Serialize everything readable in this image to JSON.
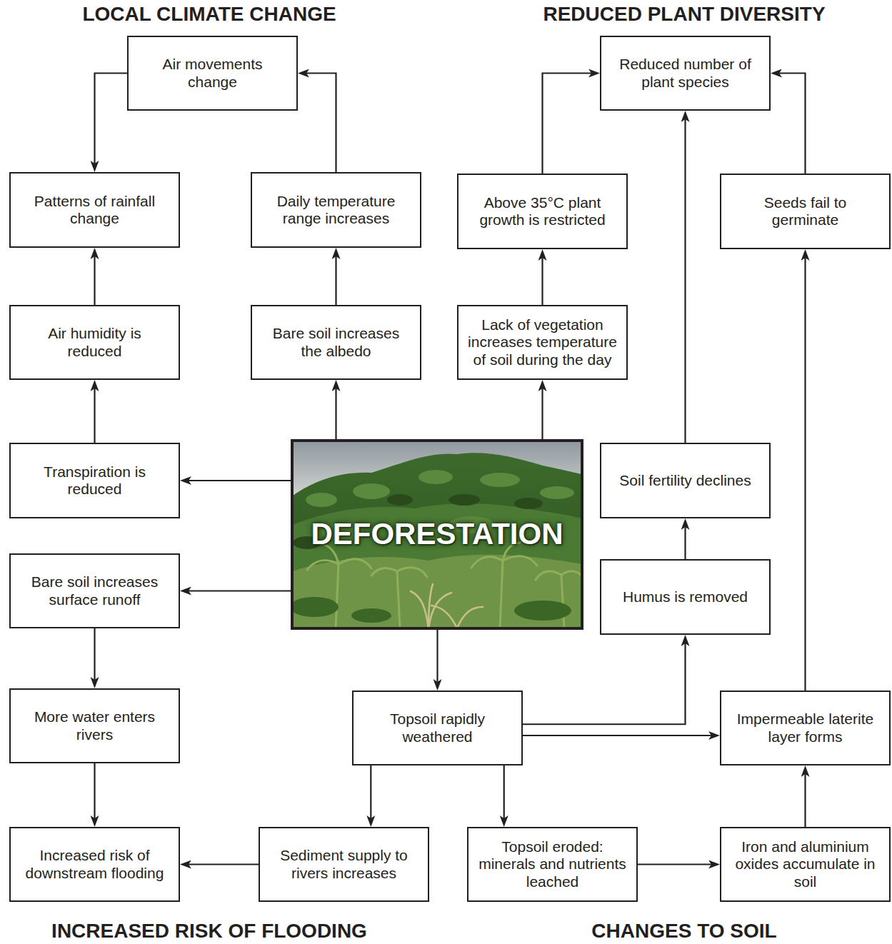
{
  "diagram": {
    "nodes": [
      {
        "text": [
          "Air movements change"
        ]
      },
      {
        "text": [
          "Reduced number of plant species"
        ]
      },
      {
        "text": [
          "Patterns of rainfall change"
        ]
      },
      {
        "text": [
          "Daily temperature range increases"
        ]
      },
      {
        "text": [
          "Above 35°C plant growth is restricted"
        ]
      },
      {
        "text": [
          "Seeds fail to germinate"
        ]
      },
      {
        "text": [
          "Air humidity is reduced"
        ]
      },
      {
        "text": [
          "Bare soil increases the albedo"
        ]
      },
      {
        "text": [
          "Lack of vegetation increases temperature of soil during the day"
        ]
      },
      {
        "text": [
          "Transpiration is reduced"
        ]
      },
      {
        "text": [
          "Soil fertility declines"
        ]
      },
      {
        "text": [
          "DEFORESTATION"
        ]
      },
      {
        "text": [
          "Bare soil increases surface runoff"
        ]
      },
      {
        "text": [
          "Humus is removed"
        ]
      },
      {
        "text": [
          "More water enters rivers"
        ]
      },
      {
        "text": [
          "Topsoil rapidly weathered"
        ]
      },
      {
        "text": [
          "Impermeable laterite layer forms"
        ]
      },
      {
        "text": [
          "Increased risk of downstream flooding"
        ]
      },
      {
        "text": [
          "Sediment supply to rivers increases"
        ]
      },
      {
        "text": [
          "Topsoil eroded: minerals and nutrients leached"
        ]
      },
      {
        "text": [
          "Iron and aluminium oxides accumulate in soil"
        ]
      }
    ],
    "edges": [
      {
        "from": 11,
        "to": 9,
        "arrow": "to"
      },
      {
        "from": 11,
        "to": 12,
        "arrow": "to"
      },
      {
        "from": 11,
        "to": 7,
        "arrow": "to"
      },
      {
        "from": 11,
        "to": 8,
        "arrow": "to"
      },
      {
        "from": 11,
        "to": 15,
        "arrow": "to"
      },
      {
        "from": 9,
        "to": 6,
        "arrow": "to"
      },
      {
        "from": 6,
        "to": 2,
        "arrow": "to"
      },
      {
        "from": 7,
        "to": 3,
        "arrow": "to"
      },
      {
        "from": 3,
        "to": 0,
        "arrow": "to"
      },
      {
        "from": 0,
        "to": 2,
        "arrow": "to"
      },
      {
        "from": 8,
        "to": 4,
        "arrow": "to"
      },
      {
        "from": 4,
        "to": 1,
        "arrow": "to"
      },
      {
        "from": 5,
        "to": 1,
        "arrow": "to"
      },
      {
        "from": 12,
        "to": 14,
        "arrow": "to"
      },
      {
        "from": 14,
        "to": 17,
        "arrow": "to"
      },
      {
        "from": 15,
        "to": 18,
        "arrow": "to"
      },
      {
        "from": 18,
        "to": 17,
        "arrow": "to"
      },
      {
        "from": 15,
        "to": 19,
        "arrow": "to"
      },
      {
        "from": 19,
        "to": 20,
        "arrow": "to"
      },
      {
        "from": 20,
        "to": 16,
        "arrow": "to"
      },
      {
        "from": 15,
        "to": 16,
        "arrow": "to"
      },
      {
        "from": 16,
        "to": 5,
        "arrow": "to"
      },
      {
        "from": 15,
        "to": 13,
        "arrow": "to"
      },
      {
        "from": 13,
        "to": 10,
        "arrow": "to"
      },
      {
        "from": 10,
        "to": 1,
        "arrow": "to"
      }
    ],
    "labels": [
      "LOCAL CLIMATE CHANGE",
      "REDUCED PLANT DIVERSITY",
      "INCREASED RISK OF FLOODING",
      "CHANGES TO SOIL"
    ]
  }
}
